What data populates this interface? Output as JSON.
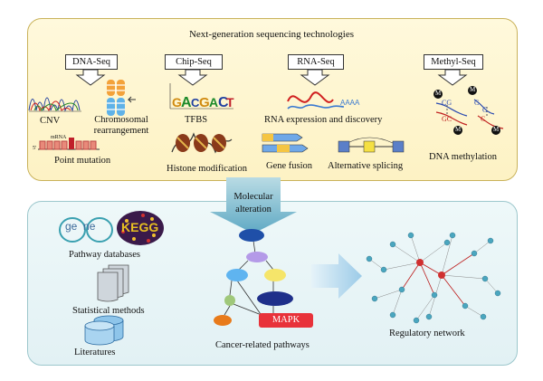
{
  "header": "Next-generation sequencing technologies",
  "technologies": {
    "dna_seq": "DNA-Seq",
    "chip_seq": "Chip-Seq",
    "rna_seq": "RNA-Seq",
    "methyl_seq": "Methyl-Seq"
  },
  "labels": {
    "cnv": "CNV",
    "chromosomal_1": "Chromosomal",
    "chromosomal_2": "rearrangement",
    "point_mutation": "Point mutation",
    "mrna": "mRNA",
    "five_prime": "5'",
    "tfbs": "TFBS",
    "histone": "Histone modification",
    "rna_expression": "RNA expression and discovery",
    "aaaa": "AAAA",
    "gene_fusion": "Gene fusion",
    "alt_splicing": "Alternative splicing",
    "dna_methylation": "DNA methylation",
    "cg_top": "CG",
    "gc_bottom": "GC",
    "c_top": "C",
    "g_right": "G",
    "c_right": "C",
    "m": "M"
  },
  "center": {
    "molecular_1": "Molecular",
    "molecular_2": "alteration"
  },
  "bottom": {
    "gene_logo": "ge  ne",
    "kegg_logo": "KEGG",
    "pathway_databases": "Pathway databases",
    "statistical_methods": "Statistical methods",
    "literatures": "Literatures",
    "mapk": "MAPK",
    "cancer_pathways": "Cancer-related pathways",
    "regulatory_network": "Regulatory network"
  }
}
